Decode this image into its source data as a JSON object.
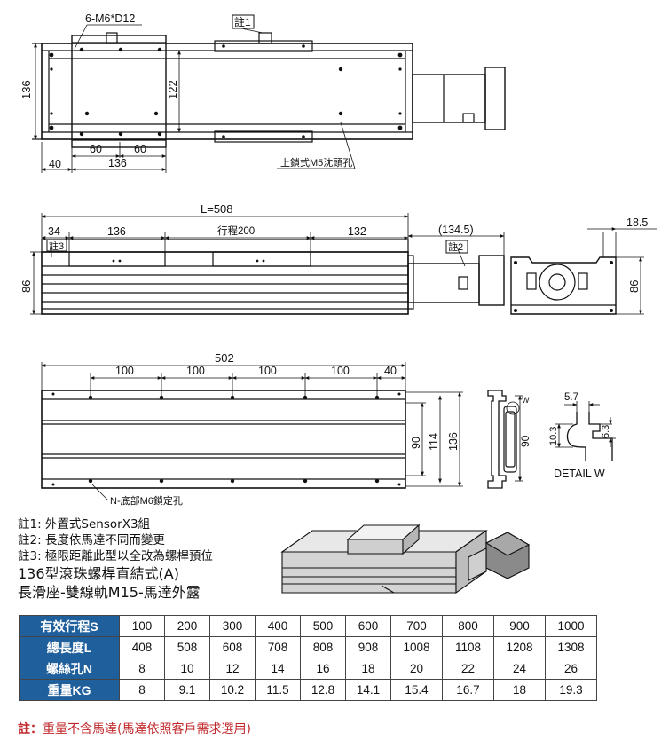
{
  "top_view": {
    "labels": {
      "holes": "6-M6*D12",
      "note1": "註1",
      "height": "136",
      "rail_span": "122",
      "d40": "40",
      "d60a": "60",
      "d60b": "60",
      "d136": "136",
      "counterbore": "上鎖式M5沈頭孔"
    }
  },
  "side_view": {
    "labels": {
      "L": "L=508",
      "d34": "34",
      "d136": "136",
      "stroke": "行程200",
      "d132": "132",
      "motor": "(134.5)",
      "d185": "18.5",
      "note3": "註3",
      "note2": "註2",
      "h86a": "86",
      "h86b": "86"
    }
  },
  "bottom_view": {
    "labels": {
      "d502": "502",
      "p1": "100",
      "p2": "100",
      "p3": "100",
      "p4": "100",
      "p5": "40",
      "h90": "90",
      "h114": "114",
      "h136": "136",
      "h90b": "90",
      "w": "W",
      "bottom_holes": "N-底部M6鎖定孔"
    }
  },
  "detail": {
    "title": "DETAIL W",
    "d57": "5.7",
    "d103": "10.3",
    "d63": "6.3"
  },
  "notes": {
    "n1": "註1: 外置式SensorX3組",
    "n2": "註2: 長度依馬達不同而變更",
    "n3": "註3: 極限距離此型以全改為螺桿預位",
    "model": "136型滾珠螺桿直結式(A)",
    "variant": "長滑座-雙線軌M15-馬達外露"
  },
  "spec_table": {
    "rows": [
      {
        "header": "有效行程S",
        "values": [
          "100",
          "200",
          "300",
          "400",
          "500",
          "600",
          "700",
          "800",
          "900",
          "1000"
        ]
      },
      {
        "header": "總長度L",
        "values": [
          "408",
          "508",
          "608",
          "708",
          "808",
          "908",
          "1008",
          "1108",
          "1208",
          "1308"
        ]
      },
      {
        "header": "螺絲孔N",
        "values": [
          "8",
          "10",
          "12",
          "14",
          "16",
          "18",
          "20",
          "22",
          "24",
          "26"
        ]
      },
      {
        "header": "重量KG",
        "values": [
          "8",
          "9.1",
          "10.2",
          "11.5",
          "12.8",
          "14.1",
          "15.4",
          "16.7",
          "18",
          "19.3"
        ]
      }
    ]
  },
  "footnote": {
    "label": "註：",
    "text": "重量不含馬達(馬達依照客戶需求選用)"
  },
  "colors": {
    "header_bg": "#1f5f9c",
    "footnote": "#c0282b"
  }
}
